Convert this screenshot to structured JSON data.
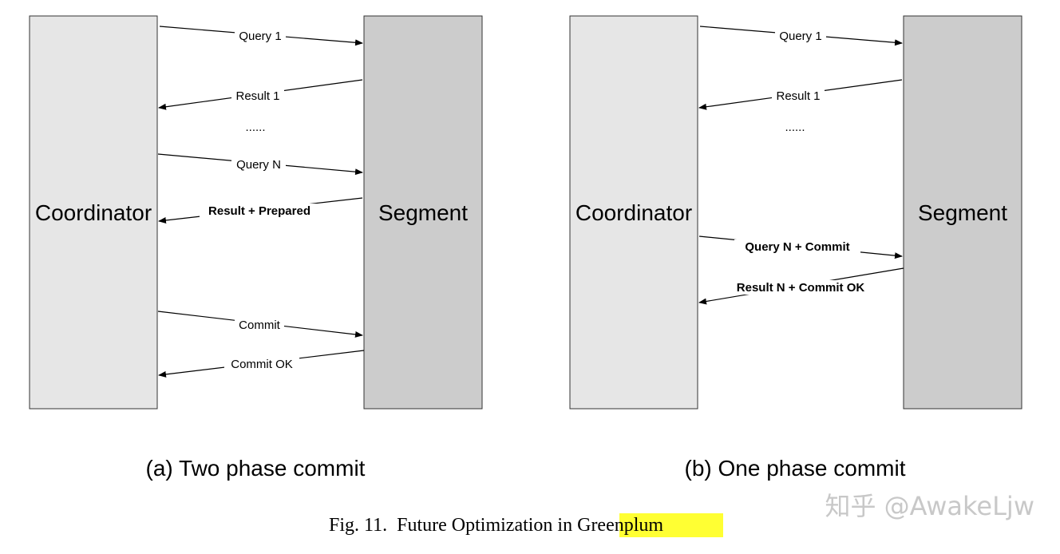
{
  "colors": {
    "coordinator_fill": "#e6e6e6",
    "segment_fill": "#cccccc",
    "stroke": "#333333",
    "highlight": "#ffff33",
    "watermark": "#c8c8c8"
  },
  "panel_a": {
    "coordinator_label": "Coordinator",
    "segment_label": "Segment",
    "messages": {
      "query1": "Query 1",
      "result1": "Result 1",
      "ellipsis": "......",
      "queryN": "Query N",
      "result_prepared": "Result + Prepared",
      "commit": "Commit",
      "commit_ok": "Commit OK"
    },
    "caption": "(a) Two phase commit"
  },
  "panel_b": {
    "coordinator_label": "Coordinator",
    "segment_label": "Segment",
    "messages": {
      "query1": "Query 1",
      "result1": "Result 1",
      "ellipsis": "......",
      "queryN_commit": "Query N + Commit",
      "resultN_commit_ok": "Result N + Commit OK"
    },
    "caption": "(b) One phase commit"
  },
  "figure_caption": {
    "prefix": "Fig. 11.  Future Optimization in ",
    "highlighted": "Greenplum"
  },
  "watermark": "知乎 @AwakeLjw"
}
